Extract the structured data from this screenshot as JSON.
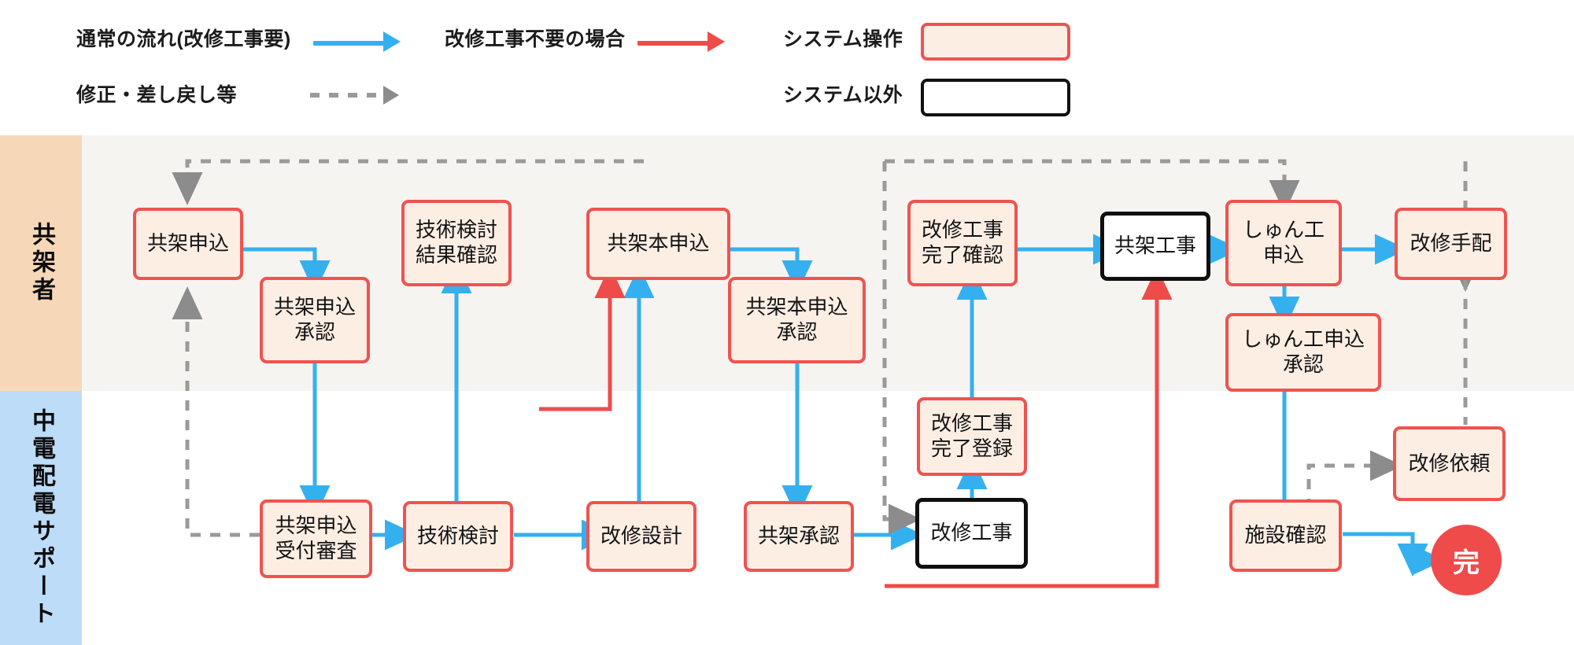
{
  "legend": {
    "items": [
      {
        "label": "通常の流れ(改修工事要)",
        "style": "solid-blue-arrow",
        "color": "#35b0ef"
      },
      {
        "label": "改修工事不要の場合",
        "style": "solid-red-arrow",
        "color": "#ef4b4b"
      },
      {
        "label": "システム操作",
        "style": "filled-box",
        "color": "#ef5350"
      },
      {
        "label": "修正・差し戻し等",
        "style": "dashed-gray-arrow",
        "color": "#9a9a9a"
      },
      {
        "label": "システム以外",
        "style": "outline-box",
        "color": "#111111"
      }
    ]
  },
  "lanes": [
    {
      "id": "lane-kyoukasha",
      "label": "共架者",
      "color": "#f6d8b8"
    },
    {
      "id": "lane-chuden",
      "label": "中電配電サポート",
      "color": "#bcdcf8"
    }
  ],
  "nodes": {
    "n1": {
      "label": "共架申込",
      "lane": "共架者",
      "type": "system"
    },
    "n2": {
      "label": "共架申込\n承認",
      "lane": "共架者",
      "type": "system"
    },
    "n3": {
      "label": "技術検討\n結果確認",
      "lane": "共架者",
      "type": "system"
    },
    "n4": {
      "label": "共架本申込",
      "lane": "共架者",
      "type": "system"
    },
    "n5": {
      "label": "共架本申込\n承認",
      "lane": "共架者",
      "type": "system"
    },
    "n6": {
      "label": "改修工事\n完了確認",
      "lane": "共架者",
      "type": "system"
    },
    "n7": {
      "label": "共架工事",
      "lane": "共架者",
      "type": "manual"
    },
    "n8": {
      "label": "しゅん工\n申込",
      "lane": "共架者",
      "type": "system"
    },
    "n9": {
      "label": "改修手配",
      "lane": "共架者",
      "type": "system"
    },
    "n10": {
      "label": "しゅん工申込\n承認",
      "lane": "共架者",
      "type": "system"
    },
    "n11": {
      "label": "共架申込\n受付審査",
      "lane": "中電配電サポート",
      "type": "system"
    },
    "n12": {
      "label": "技術検討",
      "lane": "中電配電サポート",
      "type": "system"
    },
    "n13": {
      "label": "改修設計",
      "lane": "中電配電サポート",
      "type": "system"
    },
    "n14": {
      "label": "共架承認",
      "lane": "中電配電サポート",
      "type": "system"
    },
    "n15": {
      "label": "改修工事\n完了登録",
      "lane": "中電配電サポート",
      "type": "system"
    },
    "n16": {
      "label": "改修工事",
      "lane": "中電配電サポート",
      "type": "manual"
    },
    "n17": {
      "label": "改修依頼",
      "lane": "中電配電サポート",
      "type": "system"
    },
    "n18": {
      "label": "施設確認",
      "lane": "中電配電サポート",
      "type": "system"
    },
    "n19": {
      "label": "完",
      "lane": "中電配電サポート",
      "type": "terminator"
    }
  },
  "colors": {
    "flow_normal": "#35b0ef",
    "flow_no_renovation": "#ef4b4b",
    "flow_rework": "#9a9a9a",
    "system_box_fill": "#fdeee4",
    "system_box_border": "#ef5350",
    "manual_box_border": "#0f0f0f",
    "lane_top": "#f6d8b8",
    "lane_bottom": "#bcdcf8",
    "lane_top_body": "#f5f4f0",
    "terminator": "#ef4b4b"
  }
}
